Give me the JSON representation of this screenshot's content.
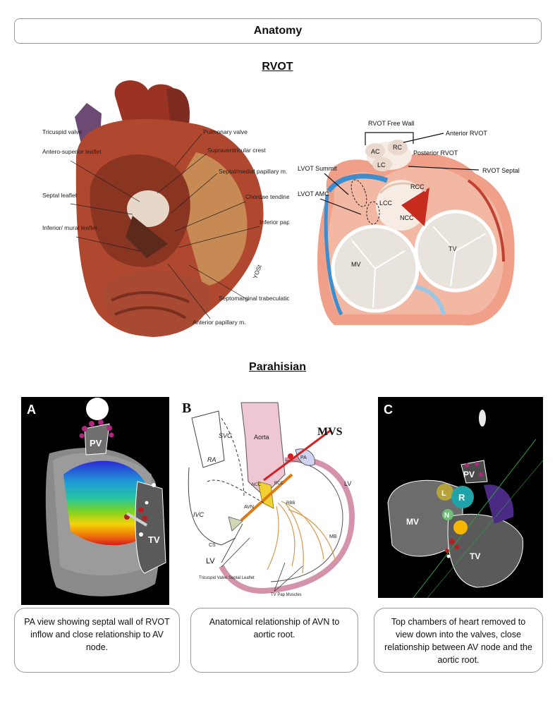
{
  "page": {
    "title": "Anatomy"
  },
  "sections": {
    "rvot": "RVOT",
    "parahisian": "Parahisian"
  },
  "rvot_heart_labels": {
    "tricuspid_valve": "Tricuspid valve",
    "antero_superior": "Antero-superior leaflet",
    "septal_leaflet": "Septal leaflet",
    "inferior_mural": "Inferior/ mural leaflet",
    "pulmonary_valve": "Pulmonary valve",
    "supraventricular": "Supraventricular crest",
    "septal_medial": "Septal/medial papillary m.",
    "chordae": "Chordae tendineae",
    "inferior_pap": "Inferior papillary m.",
    "septomarginal": "Septomarginal trabeculation/ Moderator band",
    "anterior_pap": "Anterior papillary m.",
    "signature": "YOSt"
  },
  "rvot_valve_labels": {
    "free_wall": "RVOT Free Wall",
    "anterior": "Anterior RVOT",
    "posterior": "Posterior RVOT",
    "septal": "RVOT Septal",
    "lvot_summit": "LVOT Summit",
    "lvot_amc": "LVOT AMC",
    "ac": "AC",
    "rc": "RC",
    "lc": "LC",
    "rcc": "RCC",
    "lcc": "LCC",
    "ncc": "NCC",
    "mv": "MV",
    "tv": "TV"
  },
  "panel_a": {
    "letter": "A",
    "pv": "PV",
    "tv": "TV"
  },
  "panel_b": {
    "letter": "B",
    "svc": "SVC",
    "aorta": "Aorta",
    "mvs": "MVS",
    "ra": "RA",
    "pa": "PA",
    "lv": "LV",
    "ncc": "NCC",
    "rcc": "RCC",
    "avn": "AVN",
    "rbb": "RBB",
    "ivc": "IVC",
    "cs": "CS",
    "lv2": "LV",
    "mb": "MB",
    "tv_septal": "Tricuspid Valve Septal Leaflet",
    "tv_pap": "TV Pap Muscles"
  },
  "panel_c": {
    "letter": "C",
    "pv": "PV",
    "l": "L",
    "r": "R",
    "n": "N",
    "mv": "MV",
    "tv": "TV"
  },
  "captions": {
    "a": "PA view showing septal wall of RVOT inflow and close relationship to AV node.",
    "b": "Anatomical relationship of AVN to aortic root.",
    "c": "Top chambers of heart removed to view down into the valves, close relationship between AV node and the aortic root."
  }
}
